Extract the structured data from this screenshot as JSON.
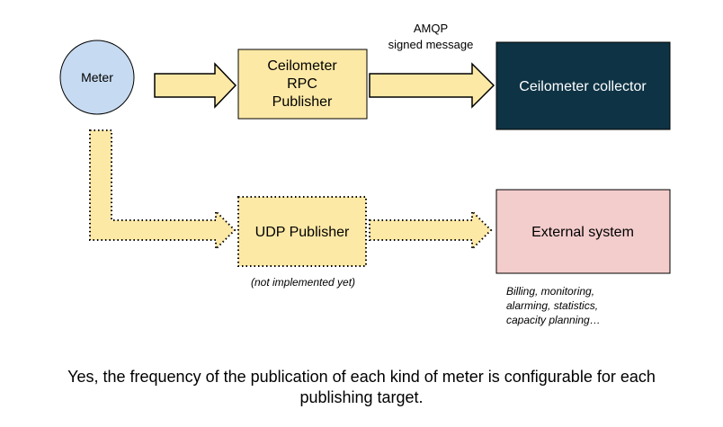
{
  "diagram": {
    "meter": {
      "label": "Meter"
    },
    "rpc_publisher": {
      "line1": "Ceilometer",
      "line2": "RPC",
      "line3": "Publisher"
    },
    "amqp_label": {
      "line1": "AMQP",
      "line2": "signed message"
    },
    "collector": {
      "label": "Ceilometer collector"
    },
    "udp_publisher": {
      "label": "UDP Publisher",
      "note": "(not implemented yet)"
    },
    "external_system": {
      "label": "External system",
      "note_lines": [
        "Billing, monitoring,",
        "alarming, statistics,",
        "capacity planning…"
      ]
    }
  },
  "caption": {
    "line1": "Yes, the frequency of the publication of each kind of meter is configurable for each",
    "line2": "publishing target."
  },
  "colors": {
    "meter_fill": "#c6daf1",
    "publisher_fill": "#fde9a6",
    "arrow_fill": "#fde9a6",
    "collector_fill": "#0e3345",
    "external_fill": "#f3cccc",
    "stroke": "#000000"
  }
}
